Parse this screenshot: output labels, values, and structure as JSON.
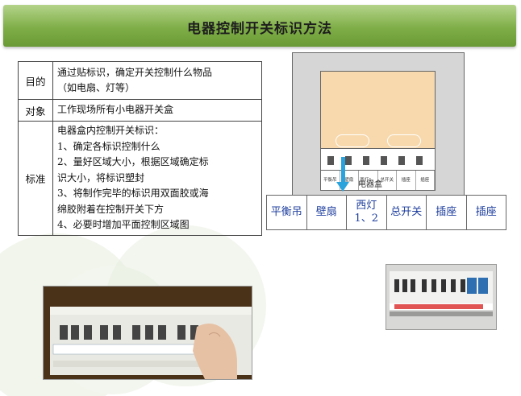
{
  "header": {
    "title": "电器控制开关标识方法"
  },
  "table": {
    "rows": [
      {
        "head": "目的",
        "body": [
          "通过贴标识，确定开关控制什么物品",
          "（如电扇、灯等）"
        ]
      },
      {
        "head": "对象",
        "body": [
          "工作现场所有小电器开关盒"
        ]
      },
      {
        "head": "标准",
        "body": [
          "电器盒内控制开关标识：",
          "1、确定各标识控制什么",
          "2、量好区域大小，根据区域确定标",
          "识大小，将标识塑封",
          "3、将制作完毕的标识用双面胶或海",
          "绵胶附着在控制开关下方",
          "4、必要时增加平面控制区域图"
        ]
      }
    ]
  },
  "diagram": {
    "box_label": "电器盒",
    "small_labels": [
      "平衡吊",
      "壁扇",
      "西灯1、2",
      "总开关",
      "插座",
      "插座"
    ],
    "labels": [
      "平衡吊",
      "壁扇",
      "西灯\n1、2",
      "总开关",
      "插座",
      "插座"
    ]
  },
  "colors": {
    "banner": "#7fae48",
    "arrow": "#2aa3dc",
    "label_text": "#1f3f9e",
    "panel": "#f7d9ad"
  }
}
